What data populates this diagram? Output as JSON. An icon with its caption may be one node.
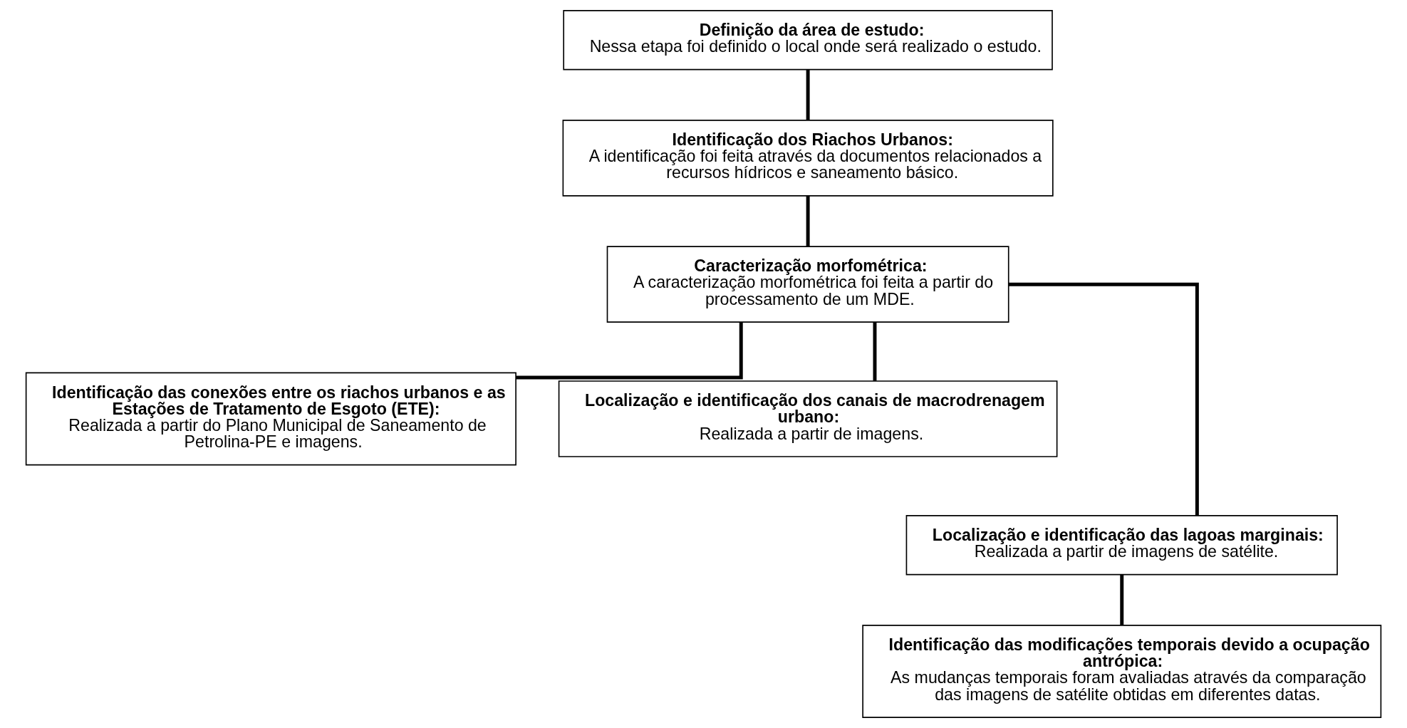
{
  "diagram": {
    "nodes": [
      {
        "text": [
          "Definição da área de estudo:",
          "Nessa etapa foi definido o local onde será realizado o estudo."
        ]
      },
      {
        "text": [
          "Identificação dos Riachos Urbanos:",
          "A identificação foi feita através da documentos relacionados a recursos hídricos e saneamento básico."
        ]
      },
      {
        "text": [
          "Caracterização morfométrica:",
          "A caracterização morfométrica foi feita a partir do processamento de um MDE."
        ]
      },
      {
        "text": [
          "Identificação das conexões entre os riachos urbanos e as Estações de Tratamento de Esgoto (ETE):",
          "Realizada a partir do Plano Municipal de Saneamento de Petrolina-PE e imagens."
        ]
      },
      {
        "text": [
          "Localização e identificação dos canais de macrodrenagem urbano:",
          "Realizada a partir de imagens."
        ]
      },
      {
        "text": [
          "Localização e identificação das lagoas marginais:",
          "Realizada a partir de imagens de satélite."
        ]
      },
      {
        "text": [
          "Identificação das modificações temporais devido a ocupação antrópica:",
          "As mudanças temporais foram avaliadas através da comparação das imagens de satélite obtidas em diferentes datas."
        ]
      }
    ],
    "edges": [
      {
        "from": 0,
        "to": 1,
        "arrow": "none"
      },
      {
        "from": 1,
        "to": 2,
        "arrow": "none"
      },
      {
        "from": 2,
        "to": 3,
        "arrow": "none"
      },
      {
        "from": 2,
        "to": 5,
        "arrow": "none"
      },
      {
        "from": 2,
        "to": 4,
        "arrow": "none"
      },
      {
        "from": 5,
        "to": 6,
        "arrow": "none"
      }
    ]
  }
}
